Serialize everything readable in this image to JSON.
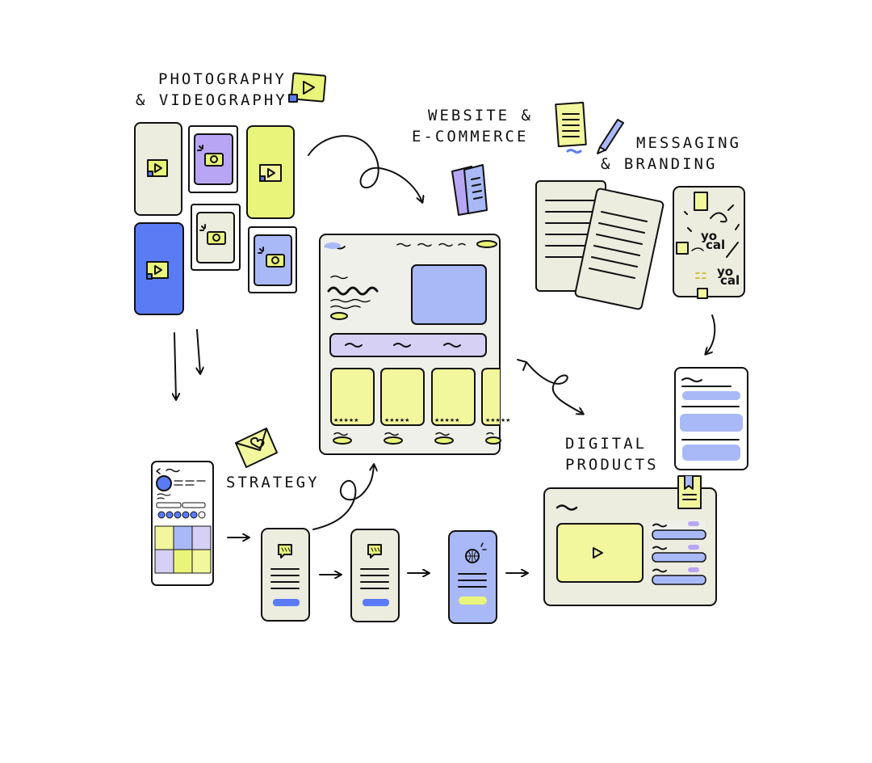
{
  "sections": {
    "photo_video": {
      "line1": "PHOTOGRAPHY",
      "line2": "& VIDEOGRAPHY"
    },
    "website": {
      "line1": "WEBSITE &",
      "line2": "E-COMMERCE"
    },
    "messaging": {
      "line1": "MESSAGING",
      "line2": "& BRANDING"
    },
    "strategy": {
      "label": "STRATEGY"
    },
    "digital_products": {
      "line1": "DIGITAL",
      "line2": "PRODUCTS"
    }
  },
  "brand_marks": {
    "line1": "yo",
    "line2": "cal"
  },
  "product_ratings": [
    "★★★★★",
    "★★★★★",
    "★★★★★",
    "★★★★★"
  ],
  "colors": {
    "lime": "#e9f57a",
    "lime_soft": "#f2f79e",
    "blue": "#5b7bf5",
    "periwinkle": "#a9b9f7",
    "lavender": "#c9c3f3",
    "purple": "#b8a6f5",
    "beige": "#ececdf",
    "ink": "#111111"
  },
  "icons": [
    "play-icon",
    "camera-icon",
    "envelope-heart-icon",
    "pencil-icon",
    "globe-icon",
    "speech-bubble-icon",
    "bookmark-icon",
    "sparkle-icon"
  ]
}
